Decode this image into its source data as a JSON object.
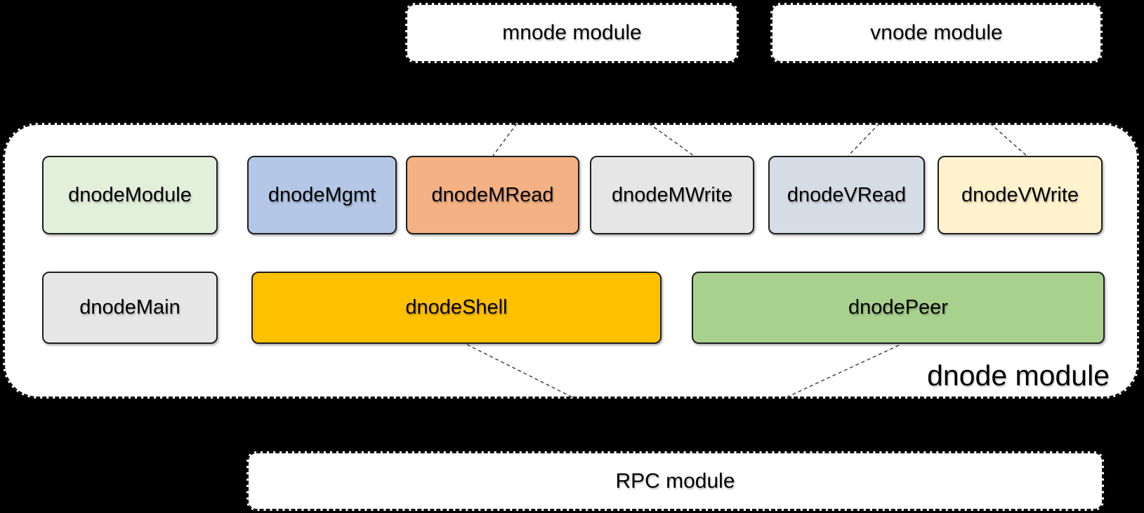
{
  "background_color": "#000000",
  "top_modules": [
    {
      "label": "mnode module"
    },
    {
      "label": "vnode module"
    }
  ],
  "dnode_container": {
    "label": "dnode module",
    "row1": [
      {
        "label": "dnodeModule",
        "color": "#E2EFDA"
      },
      {
        "label": "dnodeMgmt",
        "color": "#B4C7E7"
      },
      {
        "label": "dnodeMRead",
        "color": "#F4B183"
      },
      {
        "label": "dnodeMWrite",
        "color": "#E7E6E6"
      },
      {
        "label": "dnodeVRead",
        "color": "#D6DCE5"
      },
      {
        "label": "dnodeVWrite",
        "color": "#FFF2CC"
      }
    ],
    "row2": [
      {
        "label": "dnodeMain",
        "color": "#E7E6E6"
      },
      {
        "label": "dnodeShell",
        "color": "#FFC000"
      },
      {
        "label": "dnodePeer",
        "color": "#A9D18E"
      }
    ]
  },
  "bottom_module": {
    "label": "RPC module"
  },
  "styles": {
    "module_fill": "#FFFFFF",
    "dashed_border_color": "#111111",
    "component_border_color": "#1F1F1F",
    "connector_color": "#444444"
  },
  "connections": [
    {
      "from": "mnode module",
      "to": "dnodeMRead",
      "style": "dashed"
    },
    {
      "from": "mnode module",
      "to": "dnodeMWrite",
      "style": "dashed"
    },
    {
      "from": "vnode module",
      "to": "dnodeVRead",
      "style": "dashed"
    },
    {
      "from": "vnode module",
      "to": "dnodeVWrite",
      "style": "dashed"
    },
    {
      "from": "dnodeShell",
      "to": "RPC module",
      "style": "dashed"
    },
    {
      "from": "dnodePeer",
      "to": "RPC module",
      "style": "dashed"
    }
  ]
}
